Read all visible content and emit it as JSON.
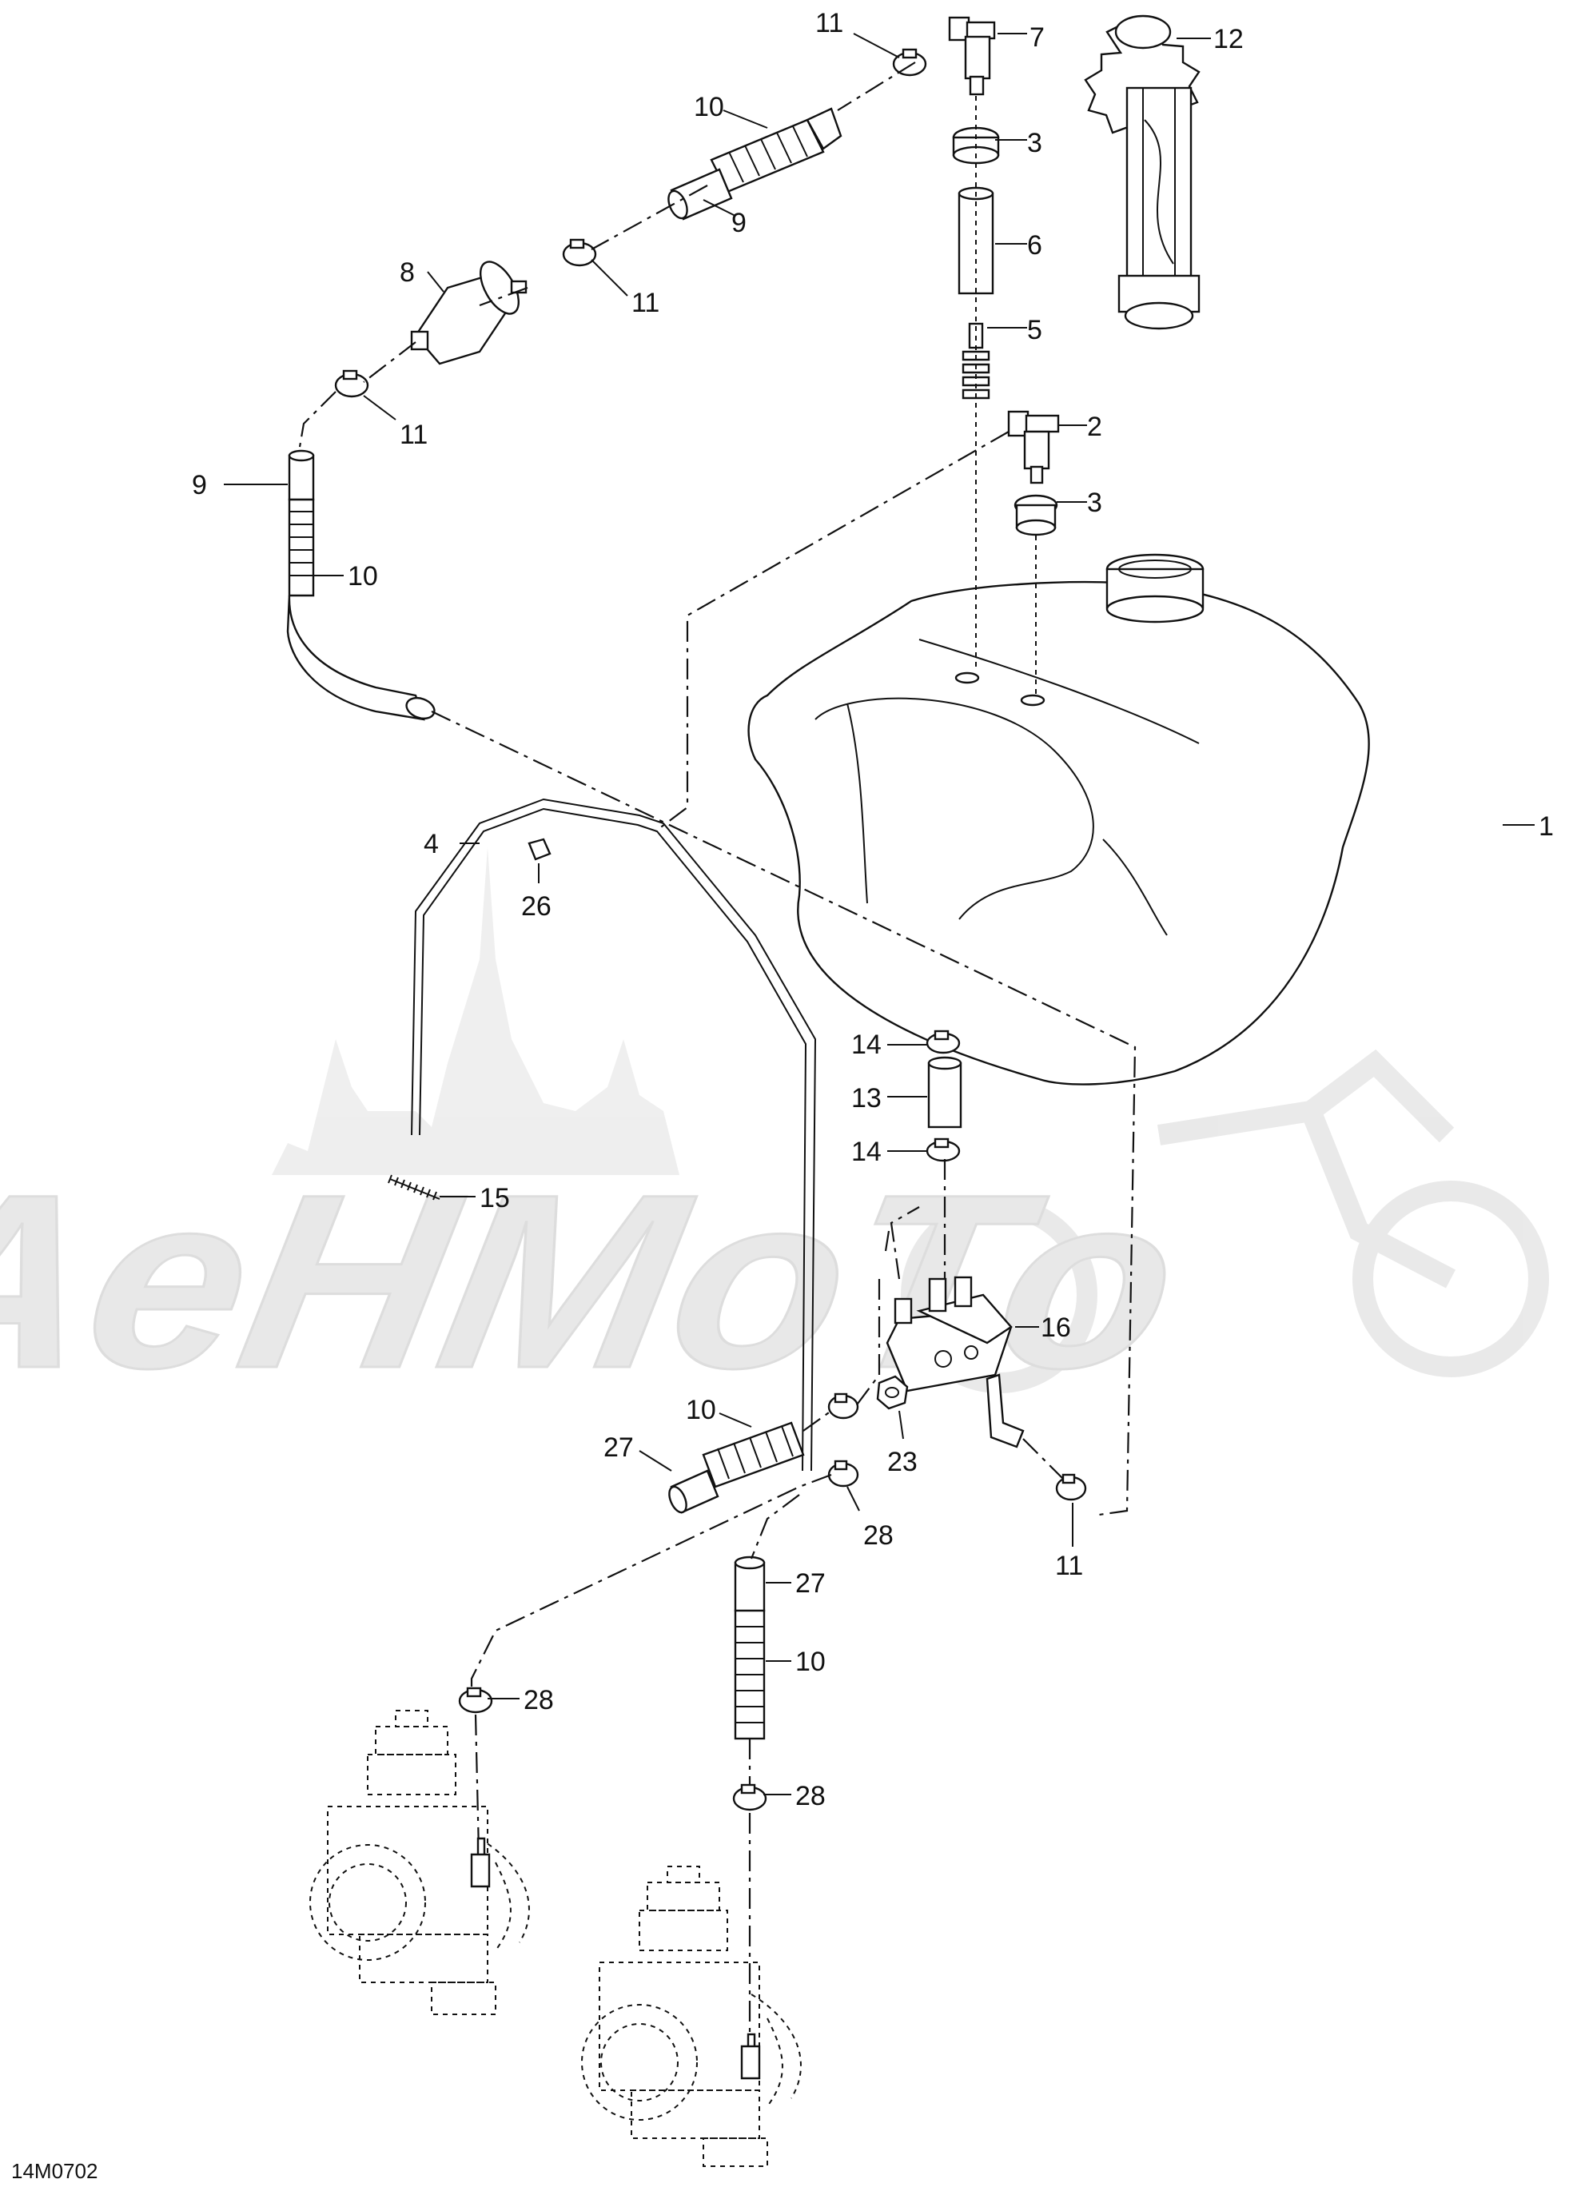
{
  "drawing_code": "14M0702",
  "watermark": {
    "text": "AeHMoTo"
  },
  "callouts": {
    "c1": "1",
    "c2": "2",
    "c3a": "3",
    "c3b": "3",
    "c4": "4",
    "c5": "5",
    "c6": "6",
    "c7": "7",
    "c8": "8",
    "c9a": "9",
    "c9b": "9",
    "c10a": "10",
    "c10b": "10",
    "c10c": "10",
    "c10d": "10",
    "c11a": "11",
    "c11b": "11",
    "c11c": "11",
    "c11d": "11",
    "c12": "12",
    "c13": "13",
    "c14a": "14",
    "c14b": "14",
    "c15": "15",
    "c16": "16",
    "c23": "23",
    "c26": "26",
    "c27a": "27",
    "c27b": "27",
    "c28a": "28",
    "c28b": "28",
    "c28c": "28"
  }
}
